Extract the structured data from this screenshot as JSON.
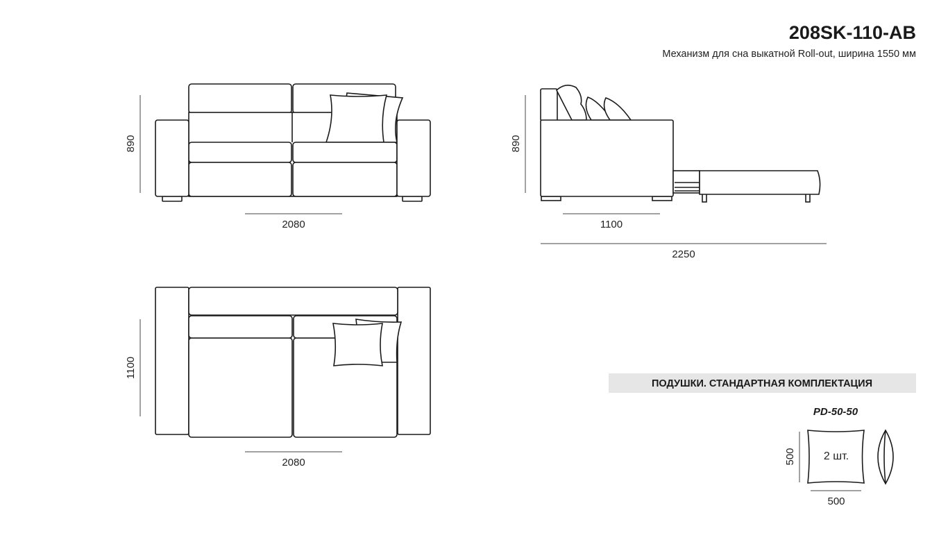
{
  "header": {
    "model": "208SK-110-AB",
    "subtitle": "Механизм для сна выкатной Roll-out, ширина 1550 мм"
  },
  "front_view": {
    "height": "890",
    "width": "2080"
  },
  "side_view": {
    "height": "890",
    "depth": "1100",
    "depth_unfolded": "2250"
  },
  "top_view": {
    "depth": "1100",
    "width": "2080"
  },
  "pillows": {
    "section_title": "ПОДУШКИ. СТАНДАРТНАЯ КОМПЛЕКТАЦИЯ",
    "code": "PD-50-50",
    "quantity": "2 шт.",
    "height": "500",
    "width": "500"
  },
  "colors": {
    "band": "#e6e6e6",
    "line": "#1a1a1a"
  }
}
